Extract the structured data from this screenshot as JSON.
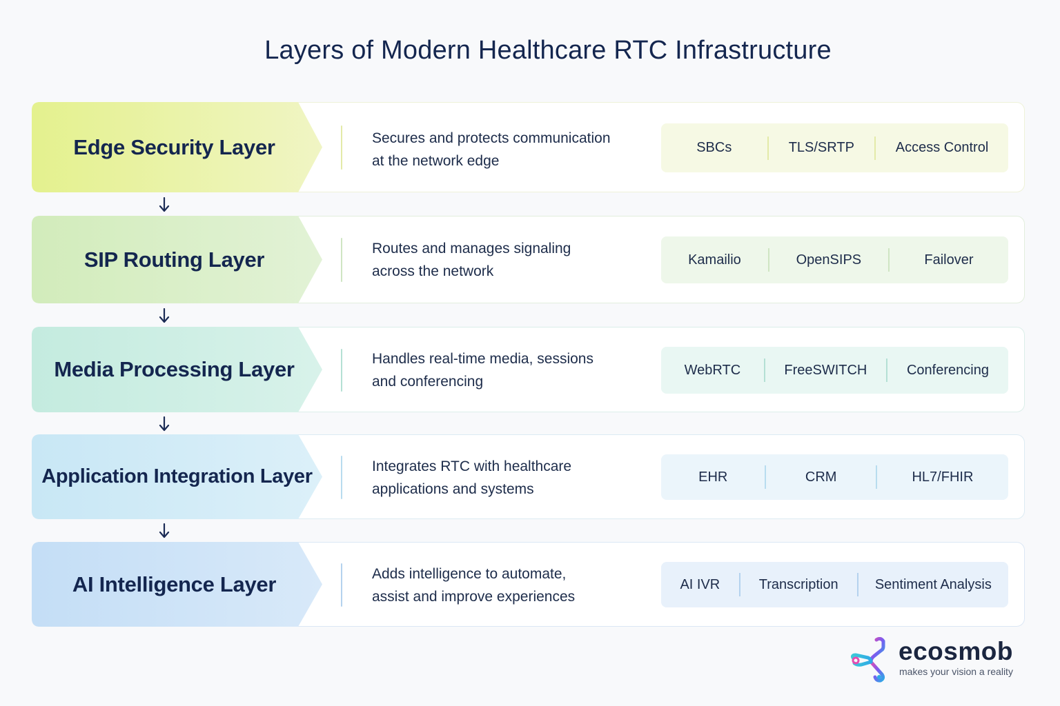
{
  "title": "Layers of Modern Healthcare RTC Infrastructure",
  "layers": [
    {
      "name": "Edge Security Layer",
      "description": [
        "Secures and protects communication",
        "at the network edge"
      ],
      "tags": [
        "SBCs",
        "TLS/SRTP",
        "Access Control"
      ],
      "colors": {
        "chevron_start": "#e4f18e",
        "chevron_end": "#f0f5c4",
        "tags_bg": "#f6f9e4",
        "accent": "#e3eaa8"
      }
    },
    {
      "name": "SIP Routing Layer",
      "description": [
        "Routes and manages signaling",
        "across the network"
      ],
      "tags": [
        "Kamailio",
        "OpenSIPS",
        "Failover"
      ],
      "colors": {
        "chevron_start": "#d2ecbb",
        "chevron_end": "#e2f2d6",
        "tags_bg": "#eef7ea",
        "accent": "#cfe5c3"
      }
    },
    {
      "name": "Media Processing Layer",
      "description": [
        "Handles real-time media, sessions",
        "and conferencing"
      ],
      "tags": [
        "WebRTC",
        "FreeSWITCH",
        "Conferencing"
      ],
      "colors": {
        "chevron_start": "#c4ebdf",
        "chevron_end": "#d8f2ea",
        "tags_bg": "#e9f7f3",
        "accent": "#b4e0d4"
      }
    },
    {
      "name": "Application Integration Layer",
      "description": [
        "Integrates RTC with healthcare",
        "applications and systems"
      ],
      "tags": [
        "EHR",
        "CRM",
        "HL7/FHIR"
      ],
      "colors": {
        "chevron_start": "#c8e7f5",
        "chevron_end": "#dcf0f9",
        "tags_bg": "#ebf5fb",
        "accent": "#b8dcef"
      }
    },
    {
      "name": "AI Intelligence Layer",
      "description": [
        "Adds intelligence to automate,",
        "assist and improve experiences"
      ],
      "tags": [
        "AI IVR",
        "Transcription",
        "Sentiment Analysis"
      ],
      "colors": {
        "chevron_start": "#c4def6",
        "chevron_end": "#d8e9f9",
        "tags_bg": "#e8f1fb",
        "accent": "#b4d2ee"
      }
    }
  ],
  "logo": {
    "name": "ecosmob",
    "tagline": "makes your vision a reality",
    "colors": {
      "pink": "#e64cb0",
      "purple": "#7a5cf0",
      "blue": "#2fa9e6",
      "cyan": "#3cc9d8"
    }
  },
  "arrow_color": "#1b2b55"
}
